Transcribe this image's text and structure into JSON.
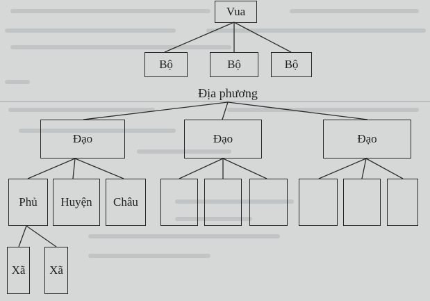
{
  "diagram": {
    "root": {
      "label": "Vua"
    },
    "central_ministries": [
      {
        "label": "Bộ"
      },
      {
        "label": "Bộ"
      },
      {
        "label": "Bộ"
      }
    ],
    "local_label": "Địa phương",
    "provinces": [
      {
        "label": "Đạo"
      },
      {
        "label": "Đạo"
      },
      {
        "label": "Đạo"
      }
    ],
    "subdivisions": [
      {
        "label": "Phủ"
      },
      {
        "label": "Huyện"
      },
      {
        "label": "Châu"
      },
      {
        "label": ""
      },
      {
        "label": ""
      },
      {
        "label": ""
      },
      {
        "label": ""
      },
      {
        "label": ""
      },
      {
        "label": ""
      }
    ],
    "communes": [
      {
        "label": "Xã"
      },
      {
        "label": "Xã"
      }
    ]
  },
  "colors": {
    "paper": "#d6d8d7",
    "ink": "#262626",
    "faded_print": "#9ea2a3"
  }
}
